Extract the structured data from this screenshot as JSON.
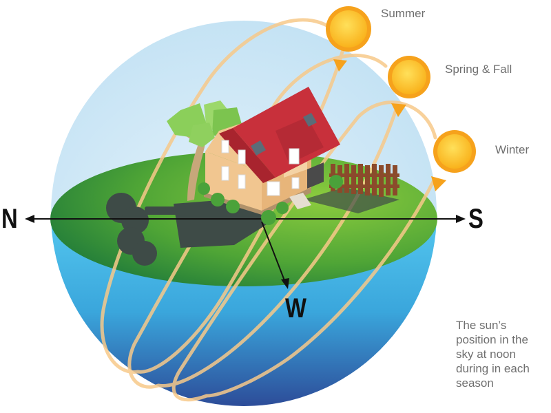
{
  "labels": {
    "summer": "Summer",
    "spring_fall": "Spring & Fall",
    "winter": "Winter"
  },
  "directions": {
    "north": "N",
    "south": "S",
    "west": "W"
  },
  "caption": "The sun’s position in the sky at noon during in each season",
  "colors": {
    "sky": "#cfe6f5",
    "ground": "#5aa832",
    "ground_dark": "#2e8b3a",
    "water_top": "#4cc1ea",
    "water_bottom": "#2b3f8f",
    "sun": "#fbb829",
    "sun_ray": "#f6a21c",
    "path": "#f7c98a",
    "path_arrow": "#f6a21c",
    "roof": "#c8303b",
    "wall": "#f1c690",
    "shadow": "#3d4a45",
    "fence": "#8b4a2b",
    "tree_leaf": "#8bcf5a",
    "label_text": "#6f6f6f",
    "compass": "#111111"
  },
  "icons": [
    "sun-icon",
    "house-icon",
    "tree-icon",
    "fence-icon",
    "compass-arrow-icon"
  ]
}
